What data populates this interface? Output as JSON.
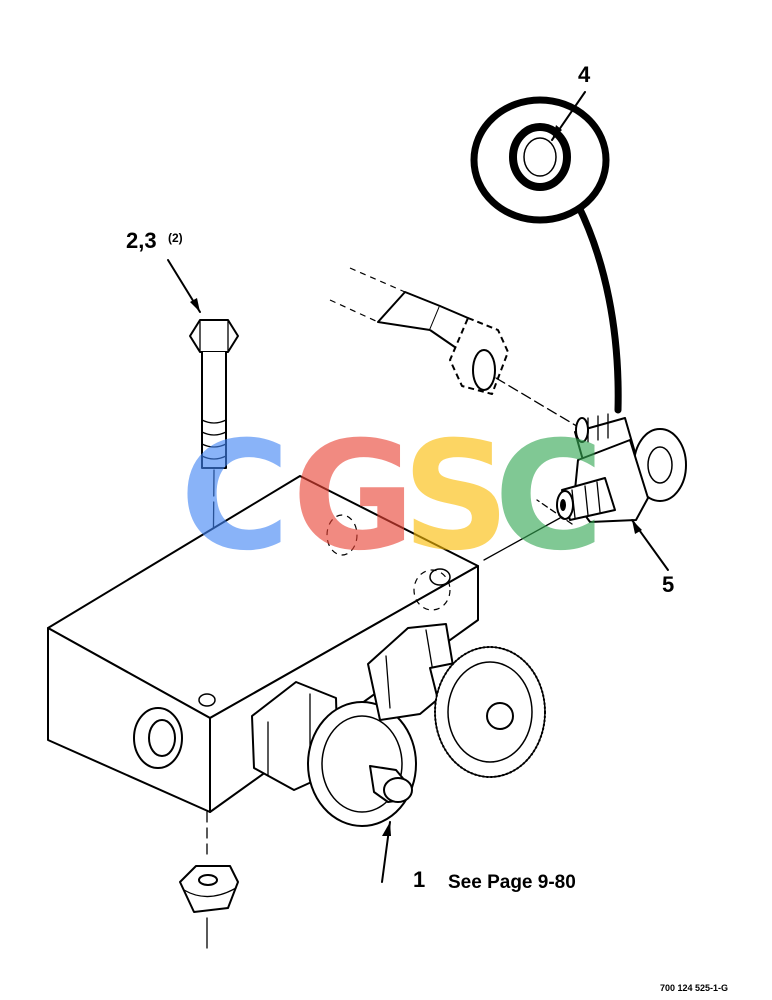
{
  "callouts": {
    "item_4": "4",
    "item_2_3": "2,3",
    "item_2_3_qty": "(2)",
    "item_5": "5",
    "item_1": "1"
  },
  "note": "See Page 9-80",
  "figure_code": "700 124 525-1-G",
  "watermark": {
    "letters": [
      "C",
      "G",
      "S",
      "C"
    ],
    "colors": [
      "#4285F4",
      "#EA4335",
      "#FBBC05",
      "#34A853"
    ]
  }
}
